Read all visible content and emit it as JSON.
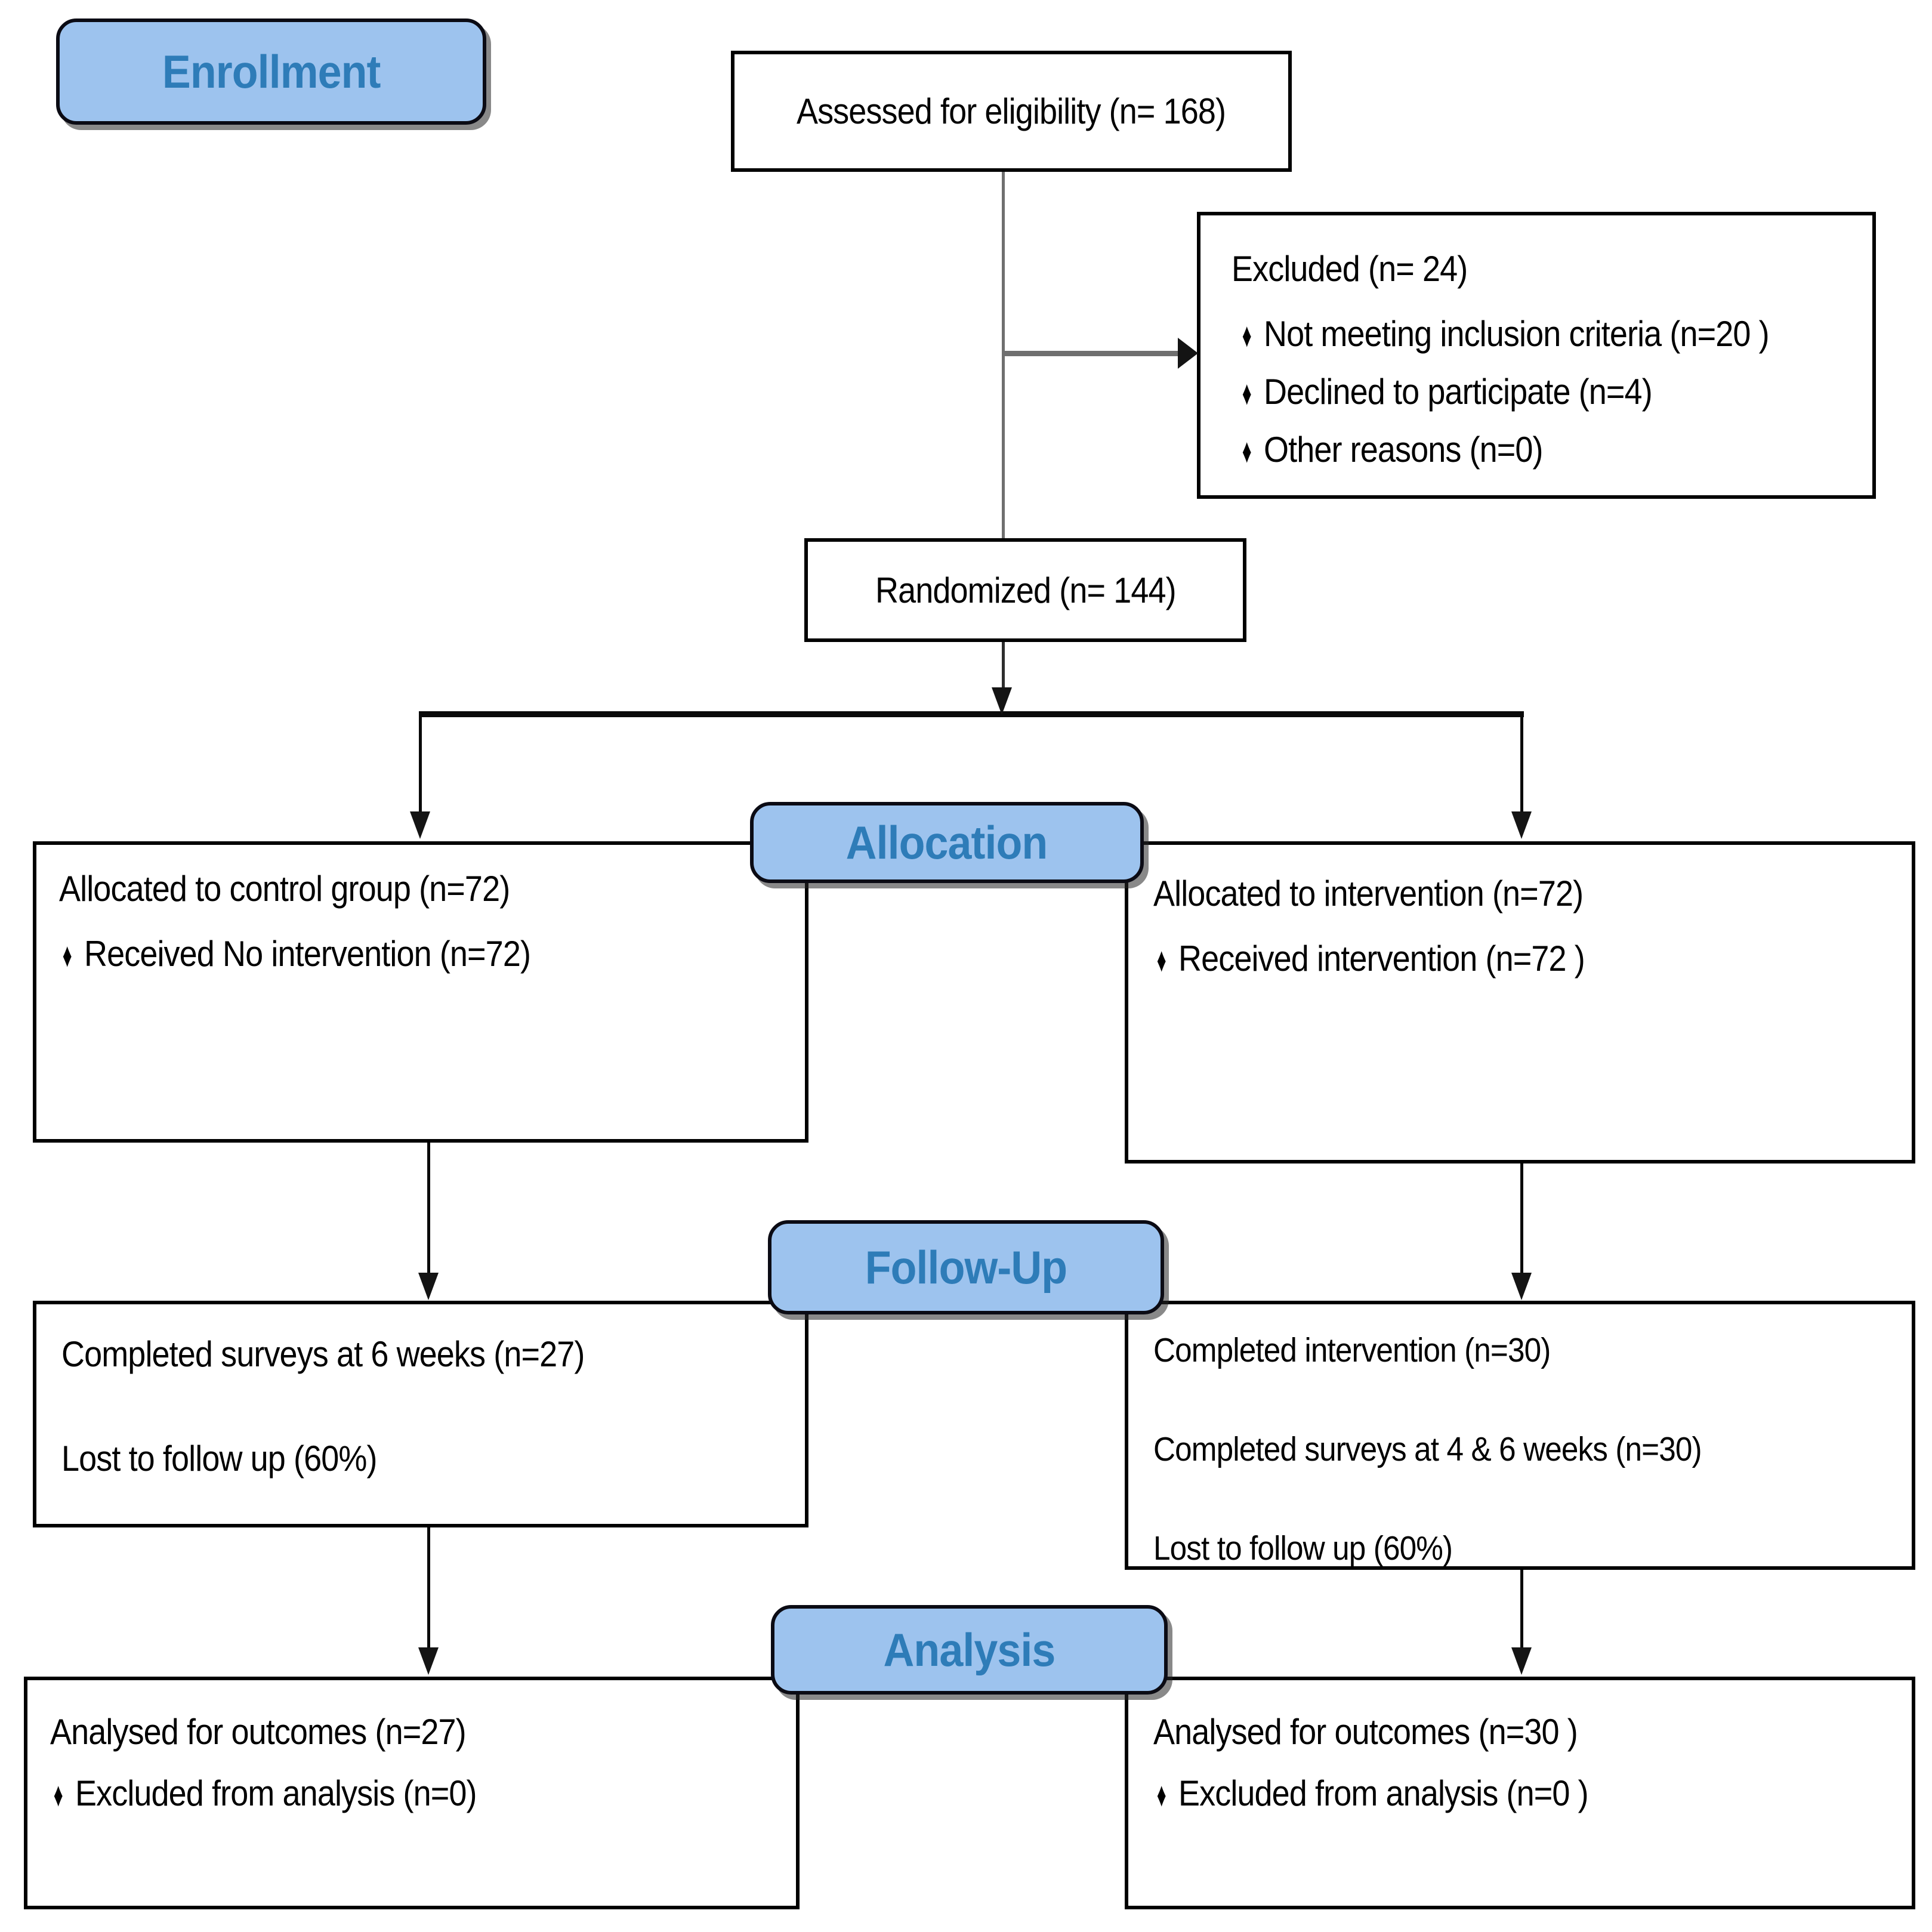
{
  "phases": {
    "enrollment": "Enrollment",
    "allocation": "Allocation",
    "followup": "Follow-Up",
    "analysis": "Analysis"
  },
  "boxes": {
    "assessed": {
      "text": "Assessed for eligibility (n= 168)"
    },
    "excluded": {
      "title": "Excluded (n= 24)",
      "bullets": [
        "Not meeting inclusion criteria (n=20 )",
        "Declined to participate (n=4)",
        "Other reasons (n=0)"
      ]
    },
    "randomized": {
      "text": "Randomized (n= 144)"
    },
    "alloc_left": {
      "line1": "Allocated to control group (n=72)",
      "bullets": [
        "Received No intervention (n=72)"
      ]
    },
    "alloc_right": {
      "line1": "Allocated to intervention (n=72)",
      "bullets": [
        "Received intervention (n=72 )"
      ]
    },
    "followup_left": {
      "lines": [
        "Completed surveys at 6 weeks (n=27)",
        "Lost to follow up (60%)"
      ]
    },
    "followup_right": {
      "lines": [
        "Completed intervention (n=30)",
        "Completed surveys at 4 & 6 weeks (n=30)",
        "Lost to follow up (60%)"
      ]
    },
    "analysis_left": {
      "line1": "Analysed for outcomes  (n=27)",
      "bullets": [
        "Excluded from analysis (n=0)"
      ]
    },
    "analysis_right": {
      "line1": "Analysed for outcomes  (n=30 )",
      "bullets": [
        "Excluded from analysis (n=0 )"
      ]
    }
  },
  "glyphs": {
    "diamond_bullet": "♦"
  },
  "colors": {
    "label_fill": "#9DC3EE",
    "label_text": "#2E7CB8",
    "line_gray": "#6F6F6F",
    "arrow_dark": "#141414"
  }
}
